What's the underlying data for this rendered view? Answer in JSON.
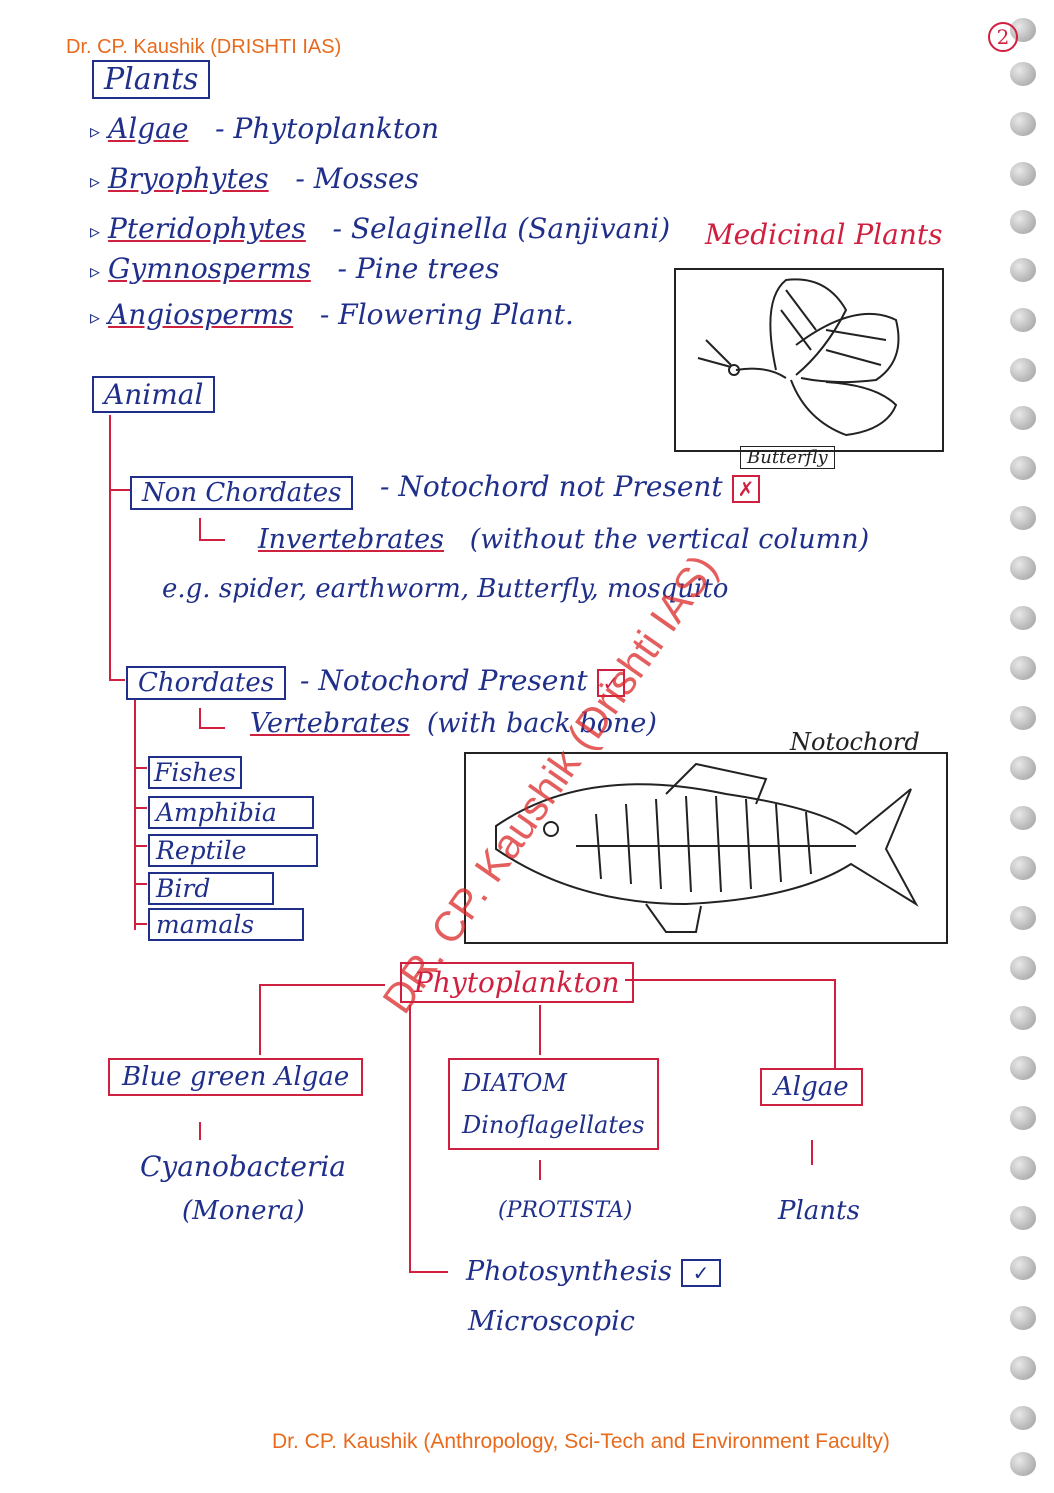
{
  "header": {
    "author": "Dr. CP. Kaushik (DRISHTI IAS)",
    "page_number": "2"
  },
  "plants": {
    "title": "Plants",
    "items": [
      {
        "name": "Algae",
        "example": "- Phytoplankton"
      },
      {
        "name": "Bryophytes",
        "example": "- Mosses"
      },
      {
        "name": "Pteridophytes",
        "example": "- Selaginella (Sanjivani)"
      },
      {
        "name": "Gymnosperms",
        "example": "- Pine trees"
      },
      {
        "name": "Angiosperms",
        "example": "- Flowering Plant."
      }
    ],
    "note": "Medicinal Plants"
  },
  "animal": {
    "title": "Animal",
    "non_chordates": {
      "label": "Non Chordates",
      "desc": "- Notochord not Present",
      "sub": "Invertebrates",
      "sub_desc": "(without the vertical column)",
      "examples": "e.g. spider, earthworm, Butterfly, mosquito"
    },
    "chordates": {
      "label": "Chordates",
      "desc": "- Notochord Present",
      "sub": "Vertebrates",
      "sub_desc": "(with back bone)",
      "classes": [
        "Fishes",
        "Amphibia",
        "Reptile",
        "Bird",
        "mamals"
      ]
    }
  },
  "illustrations": {
    "butterfly_label": "Butterfly",
    "notochord_label": "Notochord"
  },
  "phytoplankton": {
    "title": "Phytoplankton",
    "branches": [
      {
        "label": "Blue green Algae",
        "result": "Cyanobacteria",
        "sub": "(Monera)"
      },
      {
        "label": "DIATOM",
        "label2": "Dinoflagellates",
        "result": "(PROTISTA)"
      },
      {
        "label": "Algae",
        "result": "Plants"
      }
    ],
    "features": [
      "Photosynthesis",
      "Microscopic"
    ]
  },
  "watermark": "DR. CP. Kaushik (Drishti IAS)",
  "footer": "Dr. CP. Kaushik (Anthropology, Sci-Tech and Environment Faculty)",
  "colors": {
    "ink_blue": "#1f2f8a",
    "ink_red": "#d02040",
    "header_orange": "#e86a1c"
  }
}
